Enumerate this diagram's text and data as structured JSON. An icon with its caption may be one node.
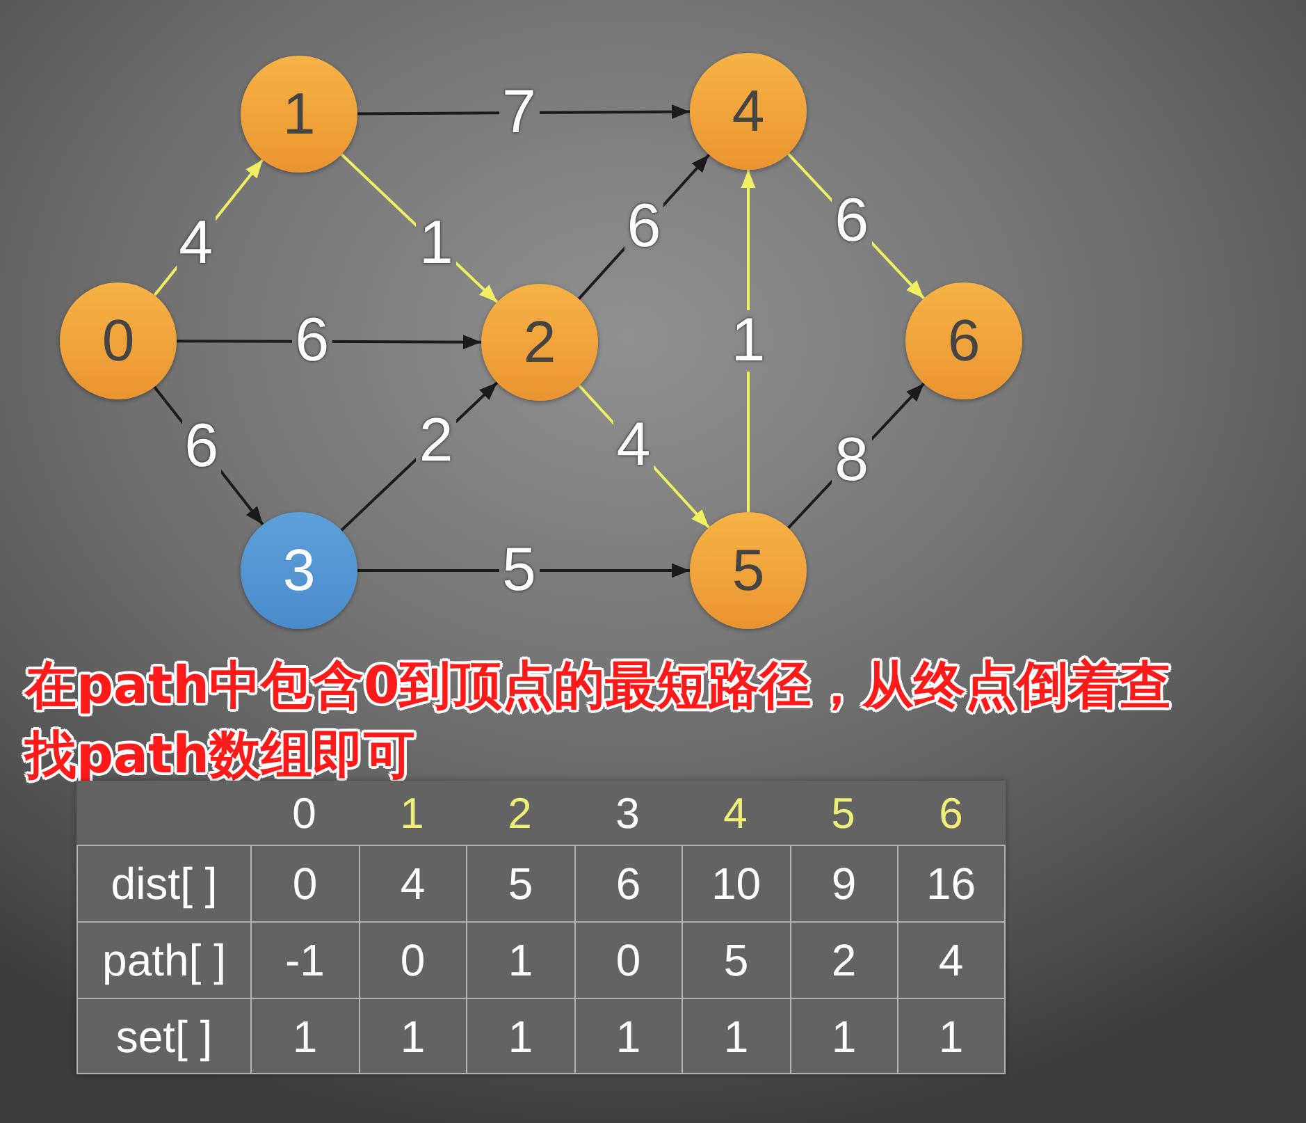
{
  "diagram": {
    "nodes": [
      {
        "text": [
          "0"
        ]
      },
      {
        "text": [
          "1"
        ]
      },
      {
        "text": [
          "2"
        ]
      },
      {
        "text": [
          "3"
        ]
      },
      {
        "text": [
          "4"
        ]
      },
      {
        "text": [
          "5"
        ]
      },
      {
        "text": [
          "6"
        ]
      }
    ],
    "edges": [
      {
        "from": 0,
        "to": 1,
        "arrow": "to",
        "label": "4",
        "color": "#f0f062"
      },
      {
        "from": 0,
        "to": 2,
        "arrow": "to",
        "label": "6"
      },
      {
        "from": 0,
        "to": 3,
        "arrow": "to",
        "label": "6"
      },
      {
        "from": 1,
        "to": 4,
        "arrow": "to",
        "label": "7"
      },
      {
        "from": 1,
        "to": 2,
        "arrow": "to",
        "label": "1",
        "color": "#f0f062"
      },
      {
        "from": 2,
        "to": 4,
        "arrow": "to",
        "label": "6"
      },
      {
        "from": 2,
        "to": 5,
        "arrow": "to",
        "label": "4",
        "color": "#f0f062"
      },
      {
        "from": 3,
        "to": 2,
        "arrow": "to",
        "label": "2"
      },
      {
        "from": 3,
        "to": 5,
        "arrow": "to",
        "label": "5"
      },
      {
        "from": 4,
        "to": 6,
        "arrow": "to",
        "label": "6",
        "color": "#f0f062"
      },
      {
        "from": 5,
        "to": 4,
        "arrow": "to",
        "label": "1",
        "color": "#f0f062"
      },
      {
        "from": 5,
        "to": 6,
        "arrow": "to",
        "label": "8"
      }
    ],
    "labels": [
      "在path中包含0到顶点的最短路径，从终点倒着查找path数组即可",
      "0",
      "1",
      "2",
      "3",
      "4",
      "5",
      "6",
      "dist[ ]",
      "0",
      "4",
      "5",
      "6",
      "10",
      "9",
      "16",
      "path[ ]",
      "-1",
      "0",
      "1",
      "0",
      "5",
      "2",
      "4",
      "set[ ]",
      "1",
      "1",
      "1",
      "1",
      "1",
      "1",
      "1"
    ]
  }
}
